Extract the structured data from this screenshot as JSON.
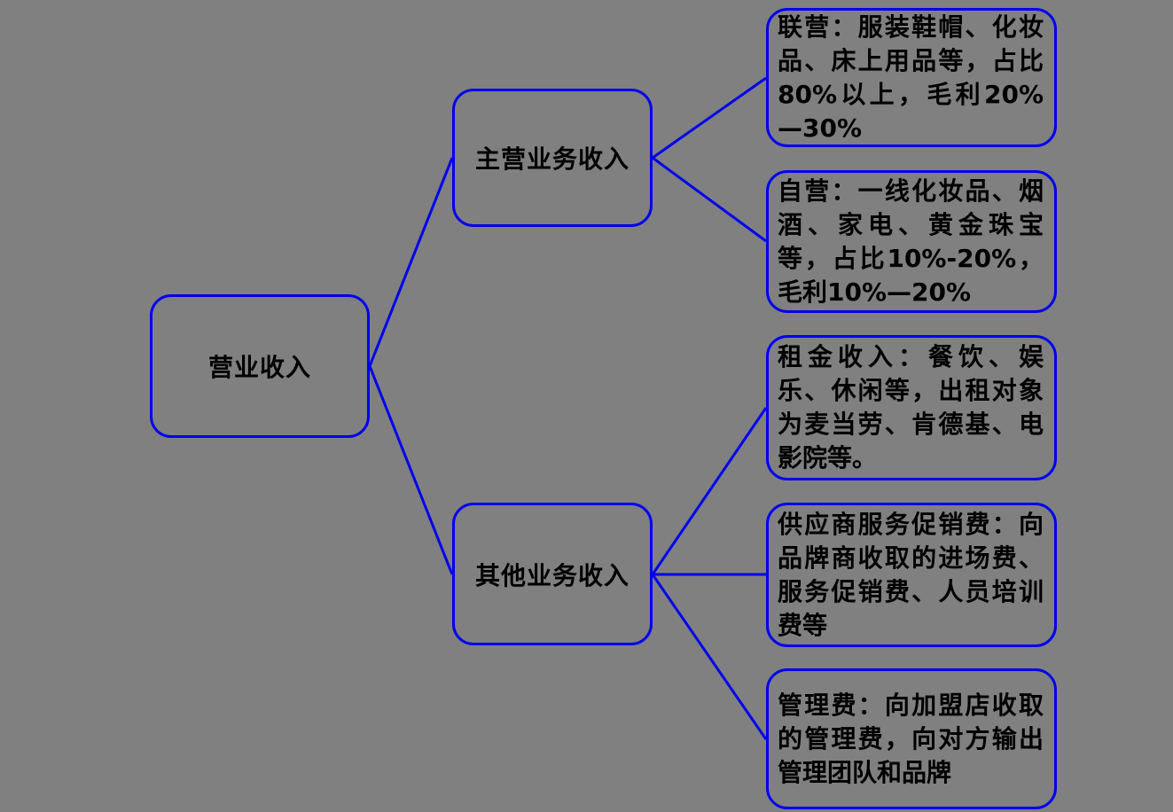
{
  "diagram": {
    "type": "mind-map",
    "colors": {
      "line": "#0000ee",
      "node_border": "#0000ee",
      "background": "#808080",
      "text": "#000000"
    },
    "root": {
      "label": "营业收入"
    },
    "branches": [
      {
        "label": "主营业务收入",
        "children": [
          {
            "text": "联营：服装鞋帽、化妆品、床上用品等，占比80%以上，毛利20%—30%"
          },
          {
            "text": "自营：一线化妆品、烟酒、家电、黄金珠宝等，占比10%-20%，毛利10%—20%"
          }
        ]
      },
      {
        "label": "其他业务收入",
        "children": [
          {
            "text": "租金收入：餐饮、娱乐、休闲等，出租对象为麦当劳、肯德基、电影院等。"
          },
          {
            "text": "供应商服务促销费：向品牌商收取的进场费、服务促销费、人员培训费等"
          },
          {
            "text": "管理费：向加盟店收取的管理费，向对方输出管理团队和品牌"
          }
        ]
      }
    ]
  }
}
